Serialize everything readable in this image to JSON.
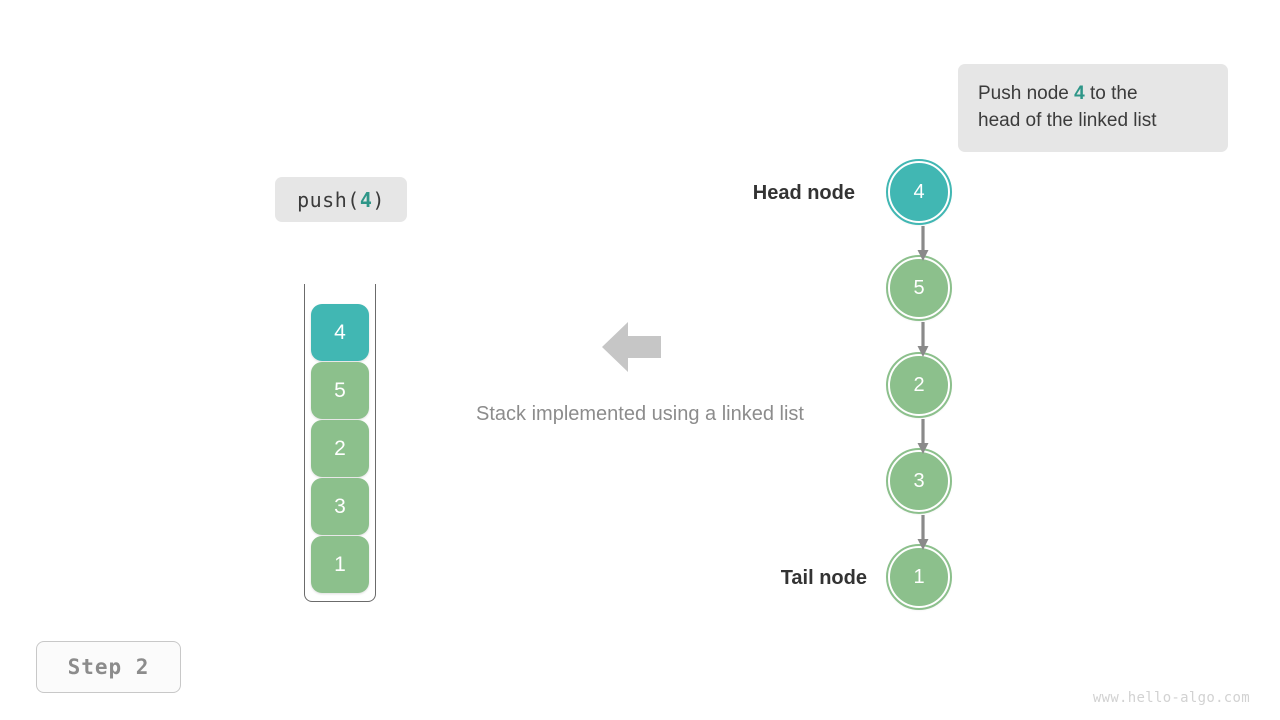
{
  "callout": {
    "prefix": "Push node ",
    "value": "4",
    "suffix": " to the",
    "line2": "head of the linked list"
  },
  "operation": {
    "name": "push(",
    "arg": "4",
    "close": ")"
  },
  "stack": {
    "cells": [
      {
        "value": "4",
        "color": "teal"
      },
      {
        "value": "5",
        "color": "green"
      },
      {
        "value": "2",
        "color": "green"
      },
      {
        "value": "3",
        "color": "green"
      },
      {
        "value": "1",
        "color": "green"
      }
    ]
  },
  "middle": {
    "arrow_icon": "arrow-left-icon",
    "caption": "Stack implemented using a linked list"
  },
  "linked_list": {
    "head_label": "Head node",
    "tail_label": "Tail node",
    "nodes": [
      {
        "value": "4",
        "color": "teal"
      },
      {
        "value": "5",
        "color": "green"
      },
      {
        "value": "2",
        "color": "green"
      },
      {
        "value": "3",
        "color": "green"
      },
      {
        "value": "1",
        "color": "green"
      }
    ]
  },
  "step": {
    "label": "Step 2"
  },
  "watermark": {
    "text": "www.hello-algo.com"
  },
  "colors": {
    "teal": "#41b7b3",
    "teal_text": "#2e9688",
    "green": "#8cc08c",
    "gray_arrow": "#c6c6c6",
    "chip_bg": "#e6e6e6"
  }
}
